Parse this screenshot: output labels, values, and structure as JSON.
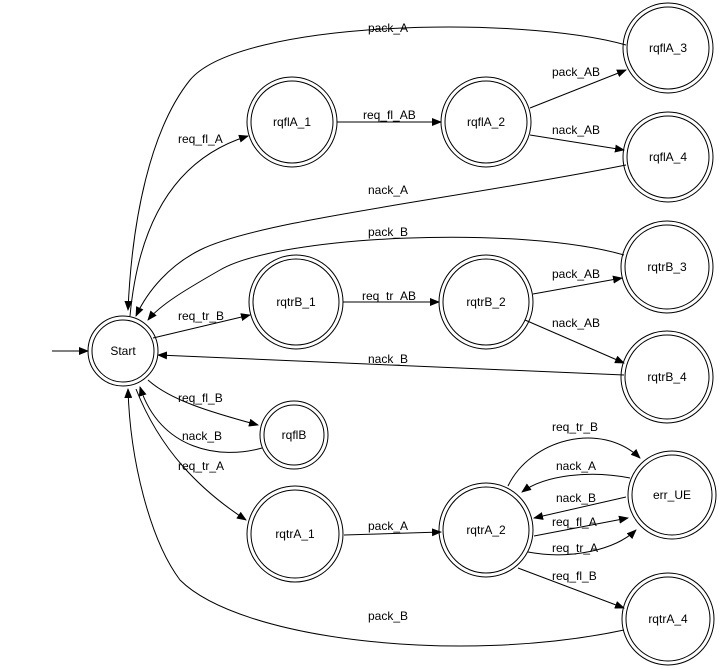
{
  "nodes": {
    "start": "Start",
    "rqflA_1": "rqflA_1",
    "rqflA_2": "rqflA_2",
    "rqflA_3": "rqflA_3",
    "rqflA_4": "rqflA_4",
    "rqtrB_1": "rqtrB_1",
    "rqtrB_2": "rqtrB_2",
    "rqtrB_3": "rqtrB_3",
    "rqtrB_4": "rqtrB_4",
    "rqflB": "rqflB",
    "rqtrA_1": "rqtrA_1",
    "rqtrA_2": "rqtrA_2",
    "err_UE": "err_UE",
    "rqtrA_4": "rqtrA_4"
  },
  "edges": {
    "pack_A_top": "pack_A",
    "req_fl_A": "req_fl_A",
    "req_fl_AB": "req_fl_AB",
    "pack_AB_1": "pack_AB",
    "nack_AB_1": "nack_AB",
    "nack_A_1": "nack_A",
    "pack_B_1": "pack_B",
    "req_tr_B_1": "req_tr_B",
    "req_tr_AB": "req_tr_AB",
    "pack_AB_2": "pack_AB",
    "nack_AB_2": "nack_AB",
    "nack_B_1": "nack_B",
    "req_fl_B_1": "req_fl_B",
    "nack_B_2": "nack_B",
    "req_tr_A_1": "req_tr_A",
    "pack_A_2": "pack_A",
    "req_tr_B_2": "req_tr_B",
    "nack_A_2": "nack_A",
    "nack_B_3": "nack_B",
    "req_fl_A_2": "req_fl_A",
    "req_tr_A_2": "req_tr_A",
    "req_fl_B_2": "req_fl_B",
    "pack_B_2": "pack_B"
  }
}
